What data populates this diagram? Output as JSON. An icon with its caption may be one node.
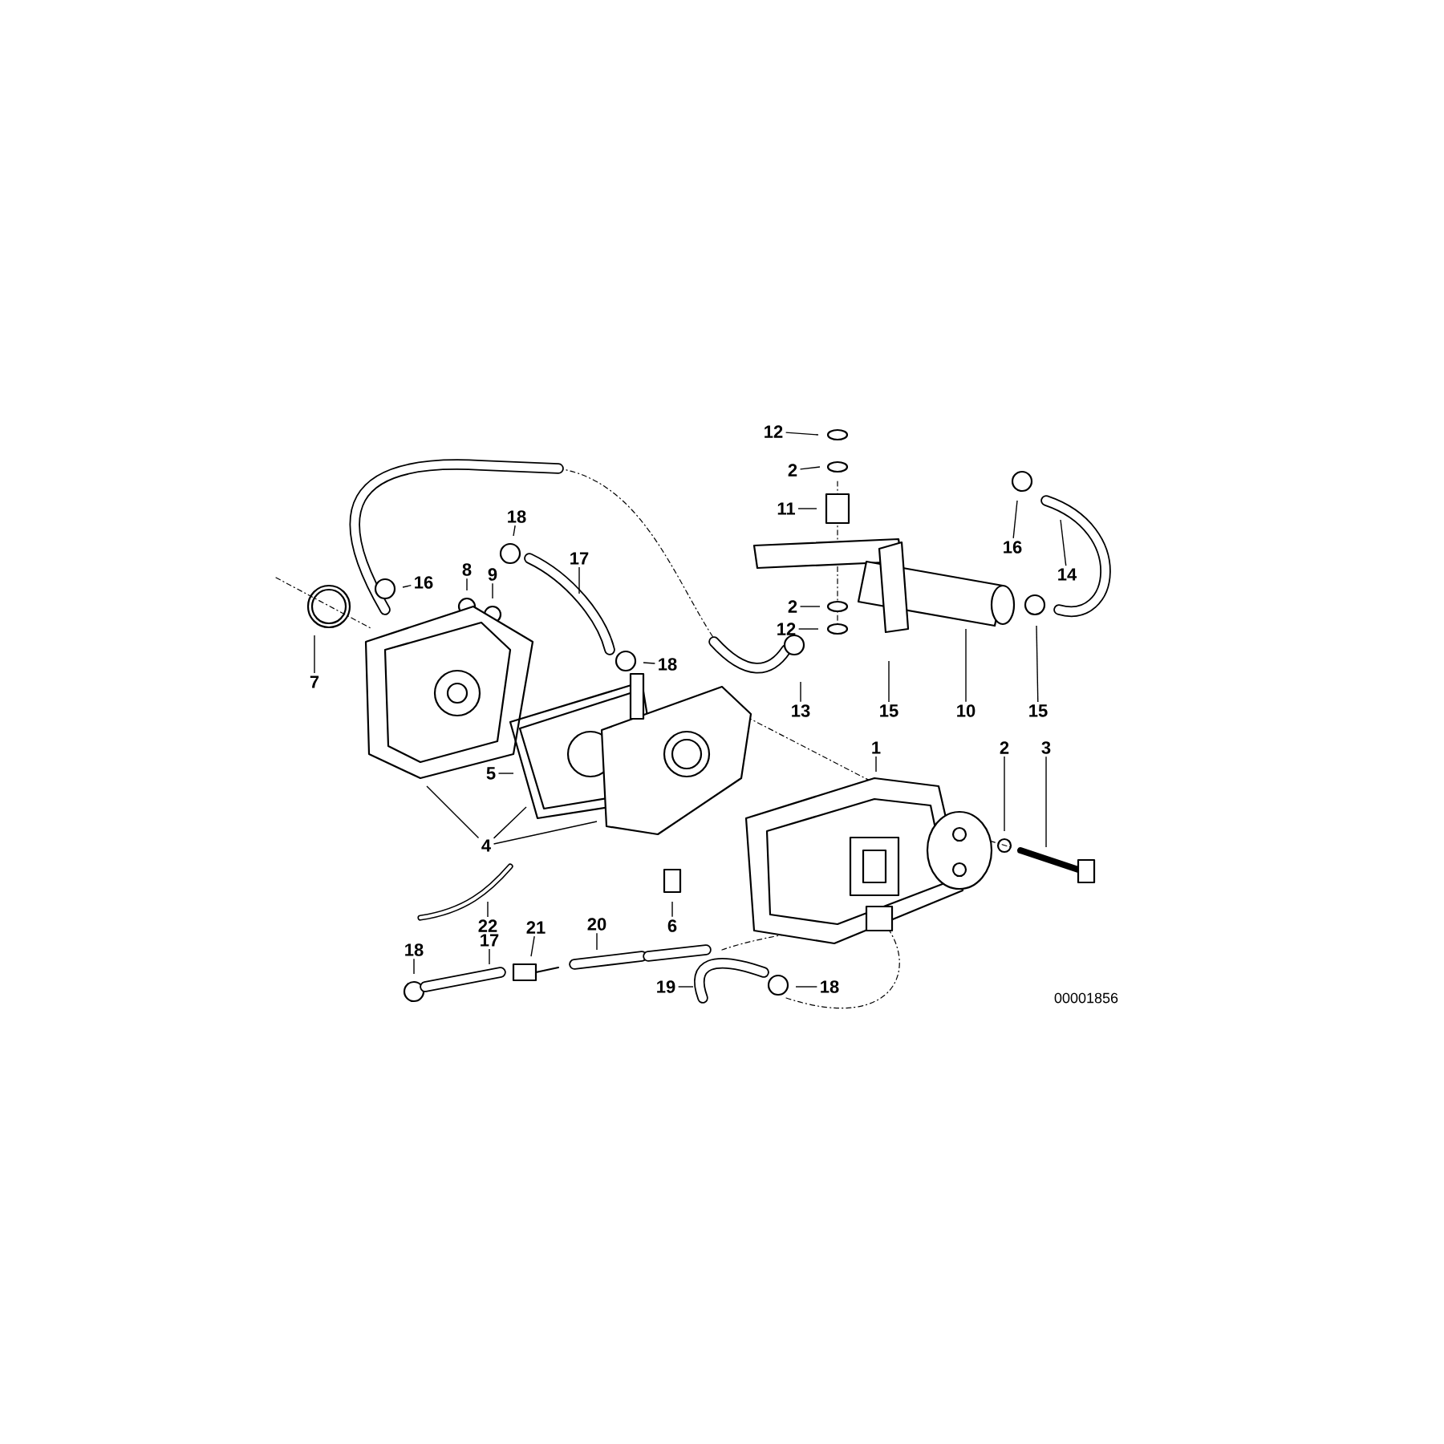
{
  "diagram": {
    "nodes": [
      {
        "text": [
          "12"
        ]
      },
      {
        "text": [
          "2"
        ]
      },
      {
        "text": [
          "11"
        ]
      },
      {
        "text": [
          "18"
        ]
      },
      {
        "text": [
          "16"
        ]
      },
      {
        "text": [
          "14"
        ]
      },
      {
        "text": [
          "17"
        ]
      },
      {
        "text": [
          "8"
        ]
      },
      {
        "text": [
          "9"
        ]
      },
      {
        "text": [
          "16"
        ]
      },
      {
        "text": [
          "2"
        ]
      },
      {
        "text": [
          "12"
        ]
      },
      {
        "text": [
          "18"
        ]
      },
      {
        "text": [
          "7"
        ]
      },
      {
        "text": [
          "13"
        ]
      },
      {
        "text": [
          "15"
        ]
      },
      {
        "text": [
          "10"
        ]
      },
      {
        "text": [
          "15"
        ]
      },
      {
        "text": [
          "1"
        ]
      },
      {
        "text": [
          "2"
        ]
      },
      {
        "text": [
          "3"
        ]
      },
      {
        "text": [
          "5"
        ]
      },
      {
        "text": [
          "4"
        ]
      },
      {
        "text": [
          "22"
        ]
      },
      {
        "text": [
          "6"
        ]
      },
      {
        "text": [
          "20"
        ]
      },
      {
        "text": [
          "21"
        ]
      },
      {
        "text": [
          "17"
        ]
      },
      {
        "text": [
          "18"
        ]
      },
      {
        "text": [
          "19"
        ]
      },
      {
        "text": [
          "18"
        ]
      }
    ],
    "edges": [
      {
        "from": 0,
        "to": null,
        "arrow": "none"
      },
      {
        "from": 1,
        "to": null,
        "arrow": "none"
      },
      {
        "from": 2,
        "to": null,
        "arrow": "none"
      },
      {
        "from": 3,
        "to": null,
        "arrow": "none"
      },
      {
        "from": 4,
        "to": null,
        "arrow": "none"
      },
      {
        "from": 5,
        "to": null,
        "arrow": "none"
      },
      {
        "from": 6,
        "to": null,
        "arrow": "none"
      },
      {
        "from": 7,
        "to": null,
        "arrow": "none"
      },
      {
        "from": 8,
        "to": null,
        "arrow": "none"
      },
      {
        "from": 9,
        "to": null,
        "arrow": "none"
      },
      {
        "from": 10,
        "to": null,
        "arrow": "none"
      },
      {
        "from": 11,
        "to": null,
        "arrow": "none"
      },
      {
        "from": 12,
        "to": null,
        "arrow": "none"
      },
      {
        "from": 13,
        "to": null,
        "arrow": "none"
      },
      {
        "from": 14,
        "to": null,
        "arrow": "none"
      },
      {
        "from": 15,
        "to": null,
        "arrow": "none"
      },
      {
        "from": 16,
        "to": null,
        "arrow": "none"
      },
      {
        "from": 17,
        "to": null,
        "arrow": "none"
      },
      {
        "from": 18,
        "to": null,
        "arrow": "none"
      },
      {
        "from": 19,
        "to": null,
        "arrow": "none"
      },
      {
        "from": 20,
        "to": null,
        "arrow": "none"
      },
      {
        "from": 21,
        "to": null,
        "arrow": "none"
      },
      {
        "from": 22,
        "to": null,
        "arrow": "none"
      },
      {
        "from": 22,
        "to": null,
        "arrow": "none"
      },
      {
        "from": 22,
        "to": null,
        "arrow": "none"
      },
      {
        "from": 23,
        "to": null,
        "arrow": "none"
      },
      {
        "from": 24,
        "to": null,
        "arrow": "none"
      },
      {
        "from": 25,
        "to": null,
        "arrow": "none"
      },
      {
        "from": 26,
        "to": null,
        "arrow": "none"
      },
      {
        "from": 27,
        "to": null,
        "arrow": "none"
      },
      {
        "from": 28,
        "to": null,
        "arrow": "none"
      },
      {
        "from": 29,
        "to": null,
        "arrow": "none"
      },
      {
        "from": 30,
        "to": null,
        "arrow": "none"
      }
    ],
    "labels": [
      "00001856"
    ]
  }
}
